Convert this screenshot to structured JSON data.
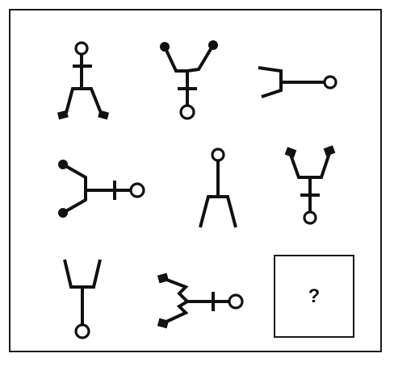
{
  "puzzle": {
    "answer_placeholder": "?",
    "cells": [
      {
        "row": 1,
        "col": 1,
        "figure": "stick-figure-upright-feet-squares"
      },
      {
        "row": 1,
        "col": 2,
        "figure": "stick-figure-inverted-hands-dots"
      },
      {
        "row": 1,
        "col": 3,
        "figure": "stick-figure-rotated-left-open"
      },
      {
        "row": 2,
        "col": 1,
        "figure": "stick-figure-rotated-left-dots"
      },
      {
        "row": 2,
        "col": 2,
        "figure": "stick-figure-upright-open"
      },
      {
        "row": 2,
        "col": 3,
        "figure": "stick-figure-inverted-squares"
      },
      {
        "row": 3,
        "col": 1,
        "figure": "stick-figure-inverted-open"
      },
      {
        "row": 3,
        "col": 2,
        "figure": "stick-figure-rotated-left-squares"
      },
      {
        "row": 3,
        "col": 3,
        "figure": "missing"
      }
    ]
  },
  "colors": {
    "ink": "#111111",
    "background": "#ffffff",
    "frame": "#1a1a1a"
  }
}
